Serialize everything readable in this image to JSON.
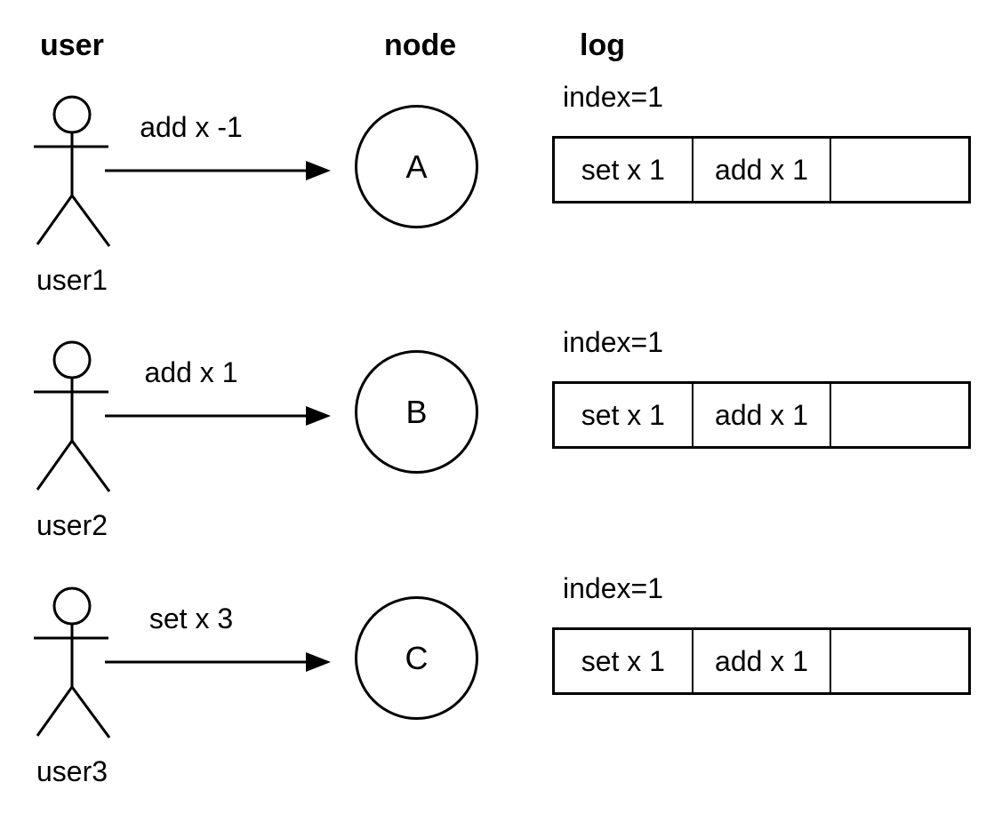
{
  "headers": {
    "user": "user",
    "node": "node",
    "log": "log"
  },
  "rows": [
    {
      "user_label": "user1",
      "message": "add x -1",
      "node_label": "A",
      "log": {
        "index_label": "index=1",
        "entries": [
          "set x 1",
          "add x 1",
          ""
        ]
      }
    },
    {
      "user_label": "user2",
      "message": "add x 1",
      "node_label": "B",
      "log": {
        "index_label": "index=1",
        "entries": [
          "set x 1",
          "add x 1",
          ""
        ]
      }
    },
    {
      "user_label": "user3",
      "message": "set x 3",
      "node_label": "C",
      "log": {
        "index_label": "index=1",
        "entries": [
          "set x 1",
          "add x 1",
          ""
        ]
      }
    }
  ],
  "colors": {
    "line": "#000000",
    "background": "#ffffff",
    "text": "#000000"
  }
}
